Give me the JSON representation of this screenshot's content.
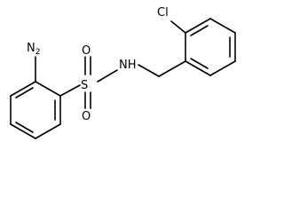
{
  "molecule": {
    "atoms": {
      "amine": {
        "element": "N",
        "hydrogens": "2"
      },
      "sulfur": "S",
      "oxygen_top": "O",
      "oxygen_bottom": "O",
      "nitrogen_h": "NH",
      "chlorine": "Cl"
    }
  },
  "colors": {
    "ink": "#000000",
    "background": "#ffffff"
  }
}
